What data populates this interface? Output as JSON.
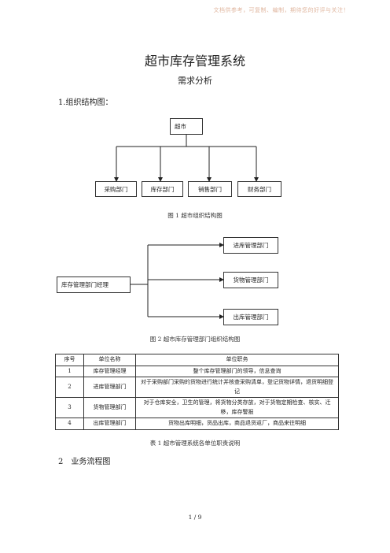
{
  "watermark": "文档供参考，可复制、编制，期待您的好评与关注！",
  "doc": {
    "title": "超市库存管理系统",
    "subtitle": "需求分析",
    "section1": "1.组织结构图：",
    "section2": "2　业务流程图",
    "page_number": "1 / 9"
  },
  "fig1": {
    "root": "超市",
    "children": [
      "采购部门",
      "库存部门",
      "销售部门",
      "财务部门"
    ],
    "caption": "图 1  超市组织结构图"
  },
  "fig2": {
    "root": "库存管理部门经理",
    "children": [
      "进库管理部门",
      "货物管理部门",
      "出库管理部门"
    ],
    "caption": "图 2  超市库存管理部门组织结构图"
  },
  "table": {
    "headers": [
      "序号",
      "单位名称",
      "单位职务"
    ],
    "rows": [
      [
        "1",
        "库存管理经理",
        "整个库存管理部门的领导，信息查询"
      ],
      [
        "2",
        "进库管理部门",
        "对于采购部门采购的货物进行统计并核查采购清单，登记货物详情，退货明细登记"
      ],
      [
        "3",
        "货物管理部门",
        "对于仓库安全，卫生的管理，将货物分类存放，对于货物定期检查、核实、迁移，库存警报"
      ],
      [
        "4",
        "出库管理部门",
        "货物出库明细，货品出库，商品退货返厂，商品来往明细"
      ]
    ],
    "caption": "表 1  超市管理系统各单位职责说明"
  }
}
